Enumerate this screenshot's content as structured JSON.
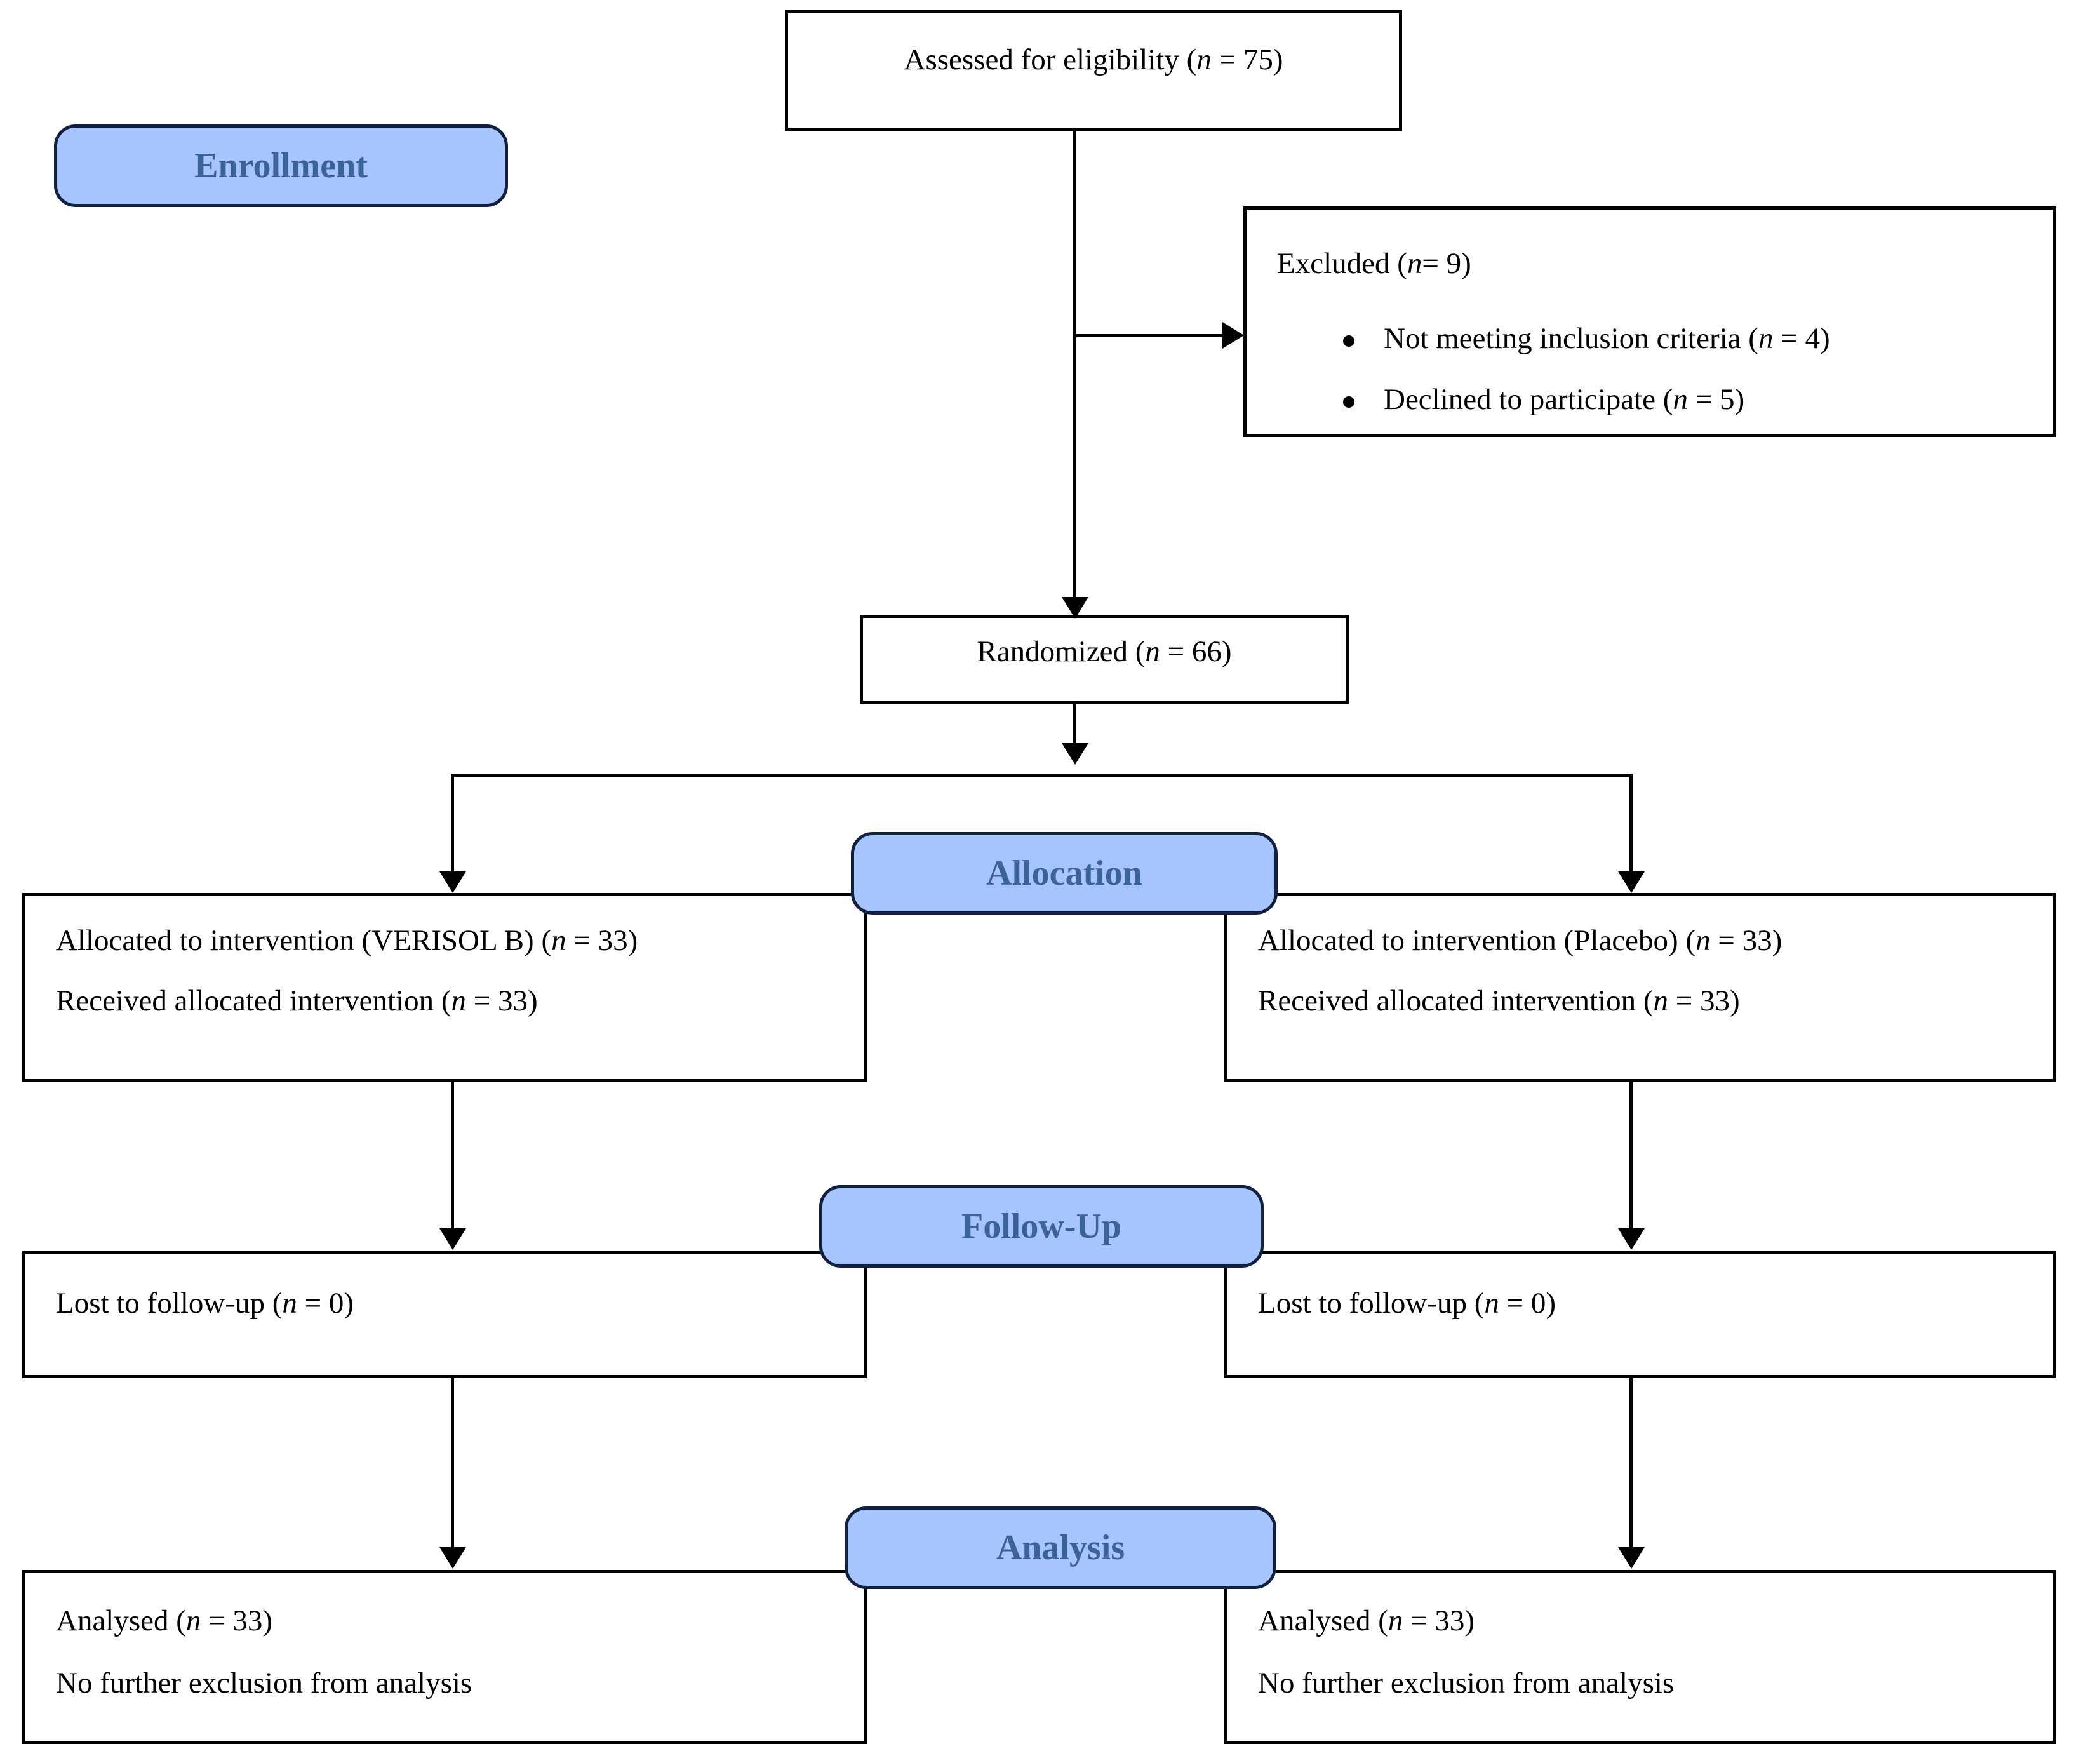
{
  "diagram": {
    "title": "CONSORT participant flow diagram",
    "accent_color": "#a6c5fc",
    "badge_border_color": "#12203f",
    "badge_text_color": "#3b6398",
    "line_color": "#000000"
  },
  "stages": {
    "enrollment": "Enrollment",
    "allocation": "Allocation",
    "follow_up": "Follow-Up",
    "analysis": "Analysis"
  },
  "nodes": {
    "assessed": {
      "label_prefix": "Assessed for eligibility (",
      "n_symbol": "n",
      "label_suffix": " = 75)",
      "full": "Assessed for eligibility (n = 75)"
    },
    "excluded": {
      "heading_prefix": "Excluded (",
      "n_symbol": "n",
      "heading_suffix": "= 9)",
      "heading_full": "Excluded (n= 9)",
      "reasons": [
        {
          "prefix": "Not meeting inclusion criteria (",
          "n_symbol": "n",
          "suffix": " = 4)",
          "full": "Not meeting inclusion criteria (n = 4)"
        },
        {
          "prefix": "Declined to participate (",
          "n_symbol": "n",
          "suffix": " = 5)",
          "full": "Declined to participate (n = 5)"
        }
      ]
    },
    "randomized": {
      "prefix": "Randomized (",
      "n_symbol": "n",
      "suffix": " = 66)",
      "full": "Randomized (n = 66)"
    },
    "alloc_left": {
      "line1_prefix": "Allocated to intervention (VERISOL B) (",
      "line1_n": "n",
      "line1_suffix": " = 33)",
      "line1_full": "Allocated to intervention (VERISOL B) (n = 33)",
      "line2_prefix": "Received allocated intervention (",
      "line2_n": "n",
      "line2_suffix": " = 33)",
      "line2_full": "Received allocated intervention (n = 33)"
    },
    "alloc_right": {
      "line1_prefix": "Allocated to intervention (Placebo) (",
      "line1_n": "n",
      "line1_suffix": " = 33)",
      "line1_full": "Allocated to intervention (Placebo) (n = 33)",
      "line2_prefix": "Received allocated intervention (",
      "line2_n": "n",
      "line2_suffix": " = 33)",
      "line2_full": "Received allocated intervention (n = 33)"
    },
    "follow_left": {
      "prefix": "Lost to follow-up (",
      "n_symbol": "n",
      "suffix": " = 0)",
      "full": "Lost to follow-up (n = 0)"
    },
    "follow_right": {
      "prefix": "Lost to follow-up (",
      "n_symbol": "n",
      "suffix": " = 0)",
      "full": "Lost to follow-up (n = 0)"
    },
    "analysis_left": {
      "line1_prefix": "Analysed (",
      "line1_n": "n",
      "line1_suffix": " = 33)",
      "line1_full": "Analysed (n = 33)",
      "line2": "No further exclusion from analysis"
    },
    "analysis_right": {
      "line1_prefix": "Analysed (",
      "line1_n": "n",
      "line1_suffix": " = 33)",
      "line1_full": "Analysed (n = 33)",
      "line2": "No further exclusion from analysis"
    }
  }
}
